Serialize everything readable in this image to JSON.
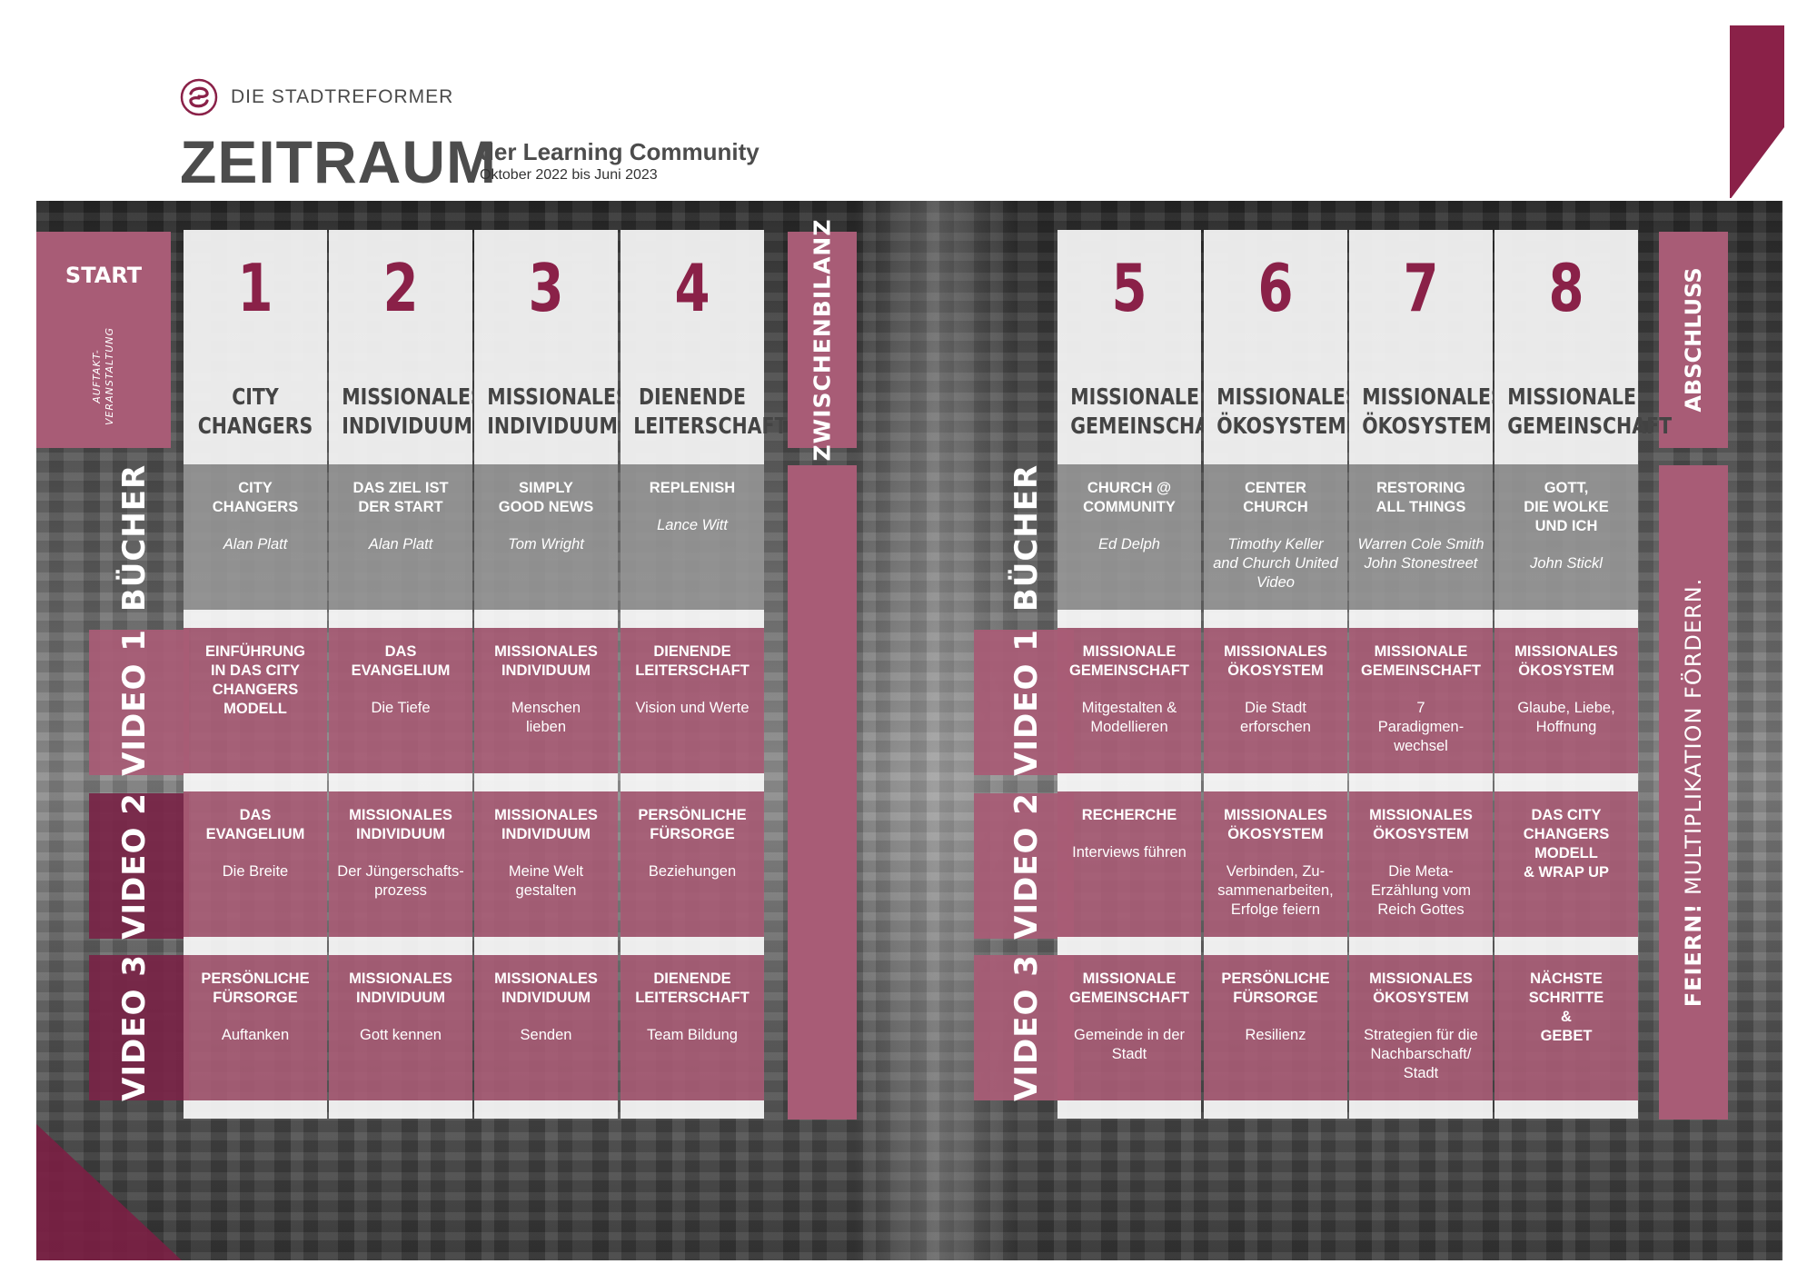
{
  "brand": {
    "name": "DIE STADTREFORMER",
    "logo_icon": "stadtreformer-logo-icon",
    "accent": "#8a2148",
    "rose": "#a85c76"
  },
  "header": {
    "title": "ZEITRAUM",
    "subtitle": "der Learning Community",
    "dates": "Oktober 2022 bis Juni 2023"
  },
  "start": {
    "label": "START",
    "sub_line1": "AUFTAKT-",
    "sub_line2": "VERANSTALTUNG"
  },
  "midbar": {
    "label": "ZWISCHENBILANZ"
  },
  "endbar": {
    "label": "ABSCHLUSS",
    "feiern_bold": "FEIERN!",
    "feiern_rest": " MULTIPLIKATION FÖRDERN."
  },
  "row_labels": {
    "books": "BÜCHER",
    "video1": "VIDEO 1",
    "video2": "VIDEO 2",
    "video3": "VIDEO 3"
  },
  "modules": [
    {
      "num": "1",
      "name1": "CITY",
      "name2": "CHANGERS",
      "book": {
        "title": [
          "CITY",
          "CHANGERS"
        ],
        "author": [
          "Alan Platt"
        ]
      },
      "video1": {
        "title": [
          "EINFÜHRUNG",
          "IN DAS CITY",
          "CHANGERS",
          "MODELL"
        ],
        "sub": []
      },
      "video2": {
        "title": [
          "DAS",
          "EVANGELIUM"
        ],
        "sub": [
          "Die Breite"
        ]
      },
      "video3": {
        "title": [
          "PERSÖNLICHE",
          "FÜRSORGE"
        ],
        "sub": [
          "Auftanken"
        ]
      }
    },
    {
      "num": "2",
      "name1": "MISSIONALES",
      "name2": "INDIVIDUUM",
      "book": {
        "title": [
          "DAS ZIEL IST",
          "DER START"
        ],
        "author": [
          "Alan Platt"
        ]
      },
      "video1": {
        "title": [
          "DAS",
          "EVANGELIUM"
        ],
        "sub": [
          "Die Tiefe"
        ]
      },
      "video2": {
        "title": [
          "MISSIONALES",
          "INDIVIDUUM"
        ],
        "sub": [
          "Der Jüngerschafts-",
          "prozess"
        ]
      },
      "video3": {
        "title": [
          "MISSIONALES",
          "INDIVIDUUM"
        ],
        "sub": [
          "Gott kennen"
        ]
      }
    },
    {
      "num": "3",
      "name1": "MISSIONALES",
      "name2": "INDIVIDUUM",
      "book": {
        "title": [
          "SIMPLY",
          "GOOD NEWS"
        ],
        "author": [
          "Tom Wright"
        ]
      },
      "video1": {
        "title": [
          "MISSIONALES",
          "INDIVIDUUM"
        ],
        "sub": [
          "Menschen",
          "lieben"
        ]
      },
      "video2": {
        "title": [
          "MISSIONALES",
          "INDIVIDUUM"
        ],
        "sub": [
          "Meine Welt",
          "gestalten"
        ]
      },
      "video3": {
        "title": [
          "MISSIONALES",
          "INDIVIDUUM"
        ],
        "sub": [
          "Senden"
        ]
      }
    },
    {
      "num": "4",
      "name1": "DIENENDE",
      "name2": "LEITERSCHAFT",
      "book": {
        "title": [
          "REPLENISH"
        ],
        "author": [
          "Lance Witt"
        ]
      },
      "video1": {
        "title": [
          "DIENENDE",
          "LEITERSCHAFT"
        ],
        "sub": [
          "Vision und Werte"
        ]
      },
      "video2": {
        "title": [
          "PERSÖNLICHE",
          "FÜRSORGE"
        ],
        "sub": [
          "Beziehungen"
        ]
      },
      "video3": {
        "title": [
          "DIENENDE",
          "LEITERSCHAFT"
        ],
        "sub": [
          "Team Bildung"
        ]
      }
    },
    {
      "num": "5",
      "name1": "MISSIONALE",
      "name2": "GEMEINSCHAFT",
      "book": {
        "title": [
          "CHURCH @",
          "COMMUNITY"
        ],
        "author": [
          "Ed Delph"
        ]
      },
      "video1": {
        "title": [
          "MISSIONALE",
          "GEMEINSCHAFT"
        ],
        "sub": [
          "Mitgestalten &",
          "Modellieren"
        ]
      },
      "video2": {
        "title": [
          "RECHERCHE"
        ],
        "sub": [
          "Interviews führen"
        ]
      },
      "video3": {
        "title": [
          "MISSIONALE",
          "GEMEINSCHAFT"
        ],
        "sub": [
          "Gemeinde in der",
          "Stadt"
        ]
      }
    },
    {
      "num": "6",
      "name1": "MISSIONALES",
      "name2": "ÖKOSYSTEM",
      "book": {
        "title": [
          "CENTER",
          "CHURCH"
        ],
        "author": [
          "Timothy Keller",
          "and Church United",
          "Video"
        ]
      },
      "video1": {
        "title": [
          "MISSIONALES",
          "ÖKOSYSTEM"
        ],
        "sub": [
          "Die Stadt",
          "erforschen"
        ]
      },
      "video2": {
        "title": [
          "MISSIONALES",
          "ÖKOSYSTEM"
        ],
        "sub": [
          "Verbinden, Zu-",
          "sammenarbeiten,",
          "Erfolge feiern"
        ]
      },
      "video3": {
        "title": [
          "PERSÖNLICHE",
          "FÜRSORGE"
        ],
        "sub": [
          "Resilienz"
        ]
      }
    },
    {
      "num": "7",
      "name1": "MISSIONALES",
      "name2": "ÖKOSYSTEM",
      "book": {
        "title": [
          "RESTORING",
          "ALL THINGS"
        ],
        "author": [
          "Warren Cole Smith",
          "John Stonestreet"
        ]
      },
      "video1": {
        "title": [
          "MISSIONALE",
          "GEMEINSCHAFT"
        ],
        "sub": [
          "7",
          "Paradigmen-",
          "wechsel"
        ]
      },
      "video2": {
        "title": [
          "MISSIONALES",
          "ÖKOSYSTEM"
        ],
        "sub": [
          "Die Meta-",
          "Erzählung vom",
          "Reich Gottes"
        ]
      },
      "video3": {
        "title": [
          "MISSIONALES",
          "ÖKOSYSTEM"
        ],
        "sub": [
          "Strategien für die",
          "Nachbarschaft/",
          "Stadt"
        ]
      }
    },
    {
      "num": "8",
      "name1": "MISSIONALE",
      "name2": "GEMEINSCHAFT",
      "book": {
        "title": [
          "GOTT,",
          "DIE WOLKE",
          "UND ICH"
        ],
        "author": [
          "John Stickl"
        ]
      },
      "video1": {
        "title": [
          "MISSIONALES",
          "ÖKOSYSTEM"
        ],
        "sub": [
          "Glaube, Liebe,",
          "Hoffnung"
        ]
      },
      "video2": {
        "title": [
          "DAS CITY",
          "CHANGERS",
          "MODELL",
          "& WRAP UP"
        ],
        "sub": []
      },
      "video3": {
        "title": [
          "NÄCHSTE",
          "SCHRITTE",
          "&",
          "GEBET"
        ],
        "sub": []
      }
    }
  ]
}
